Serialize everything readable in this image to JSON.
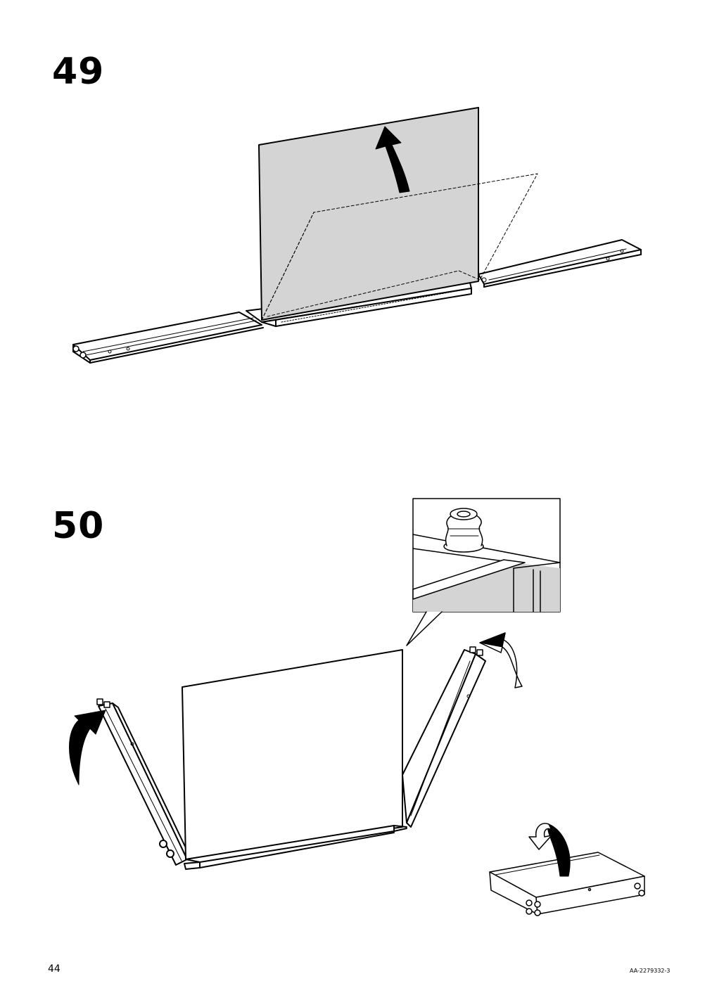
{
  "steps": [
    {
      "number": "49"
    },
    {
      "number": "50"
    }
  ],
  "footer": {
    "page_number": "44",
    "document_code": "AA-2279332-3"
  },
  "colors": {
    "panel_gray": "#d4d4d4",
    "ink": "#000000",
    "paper": "#ffffff"
  }
}
